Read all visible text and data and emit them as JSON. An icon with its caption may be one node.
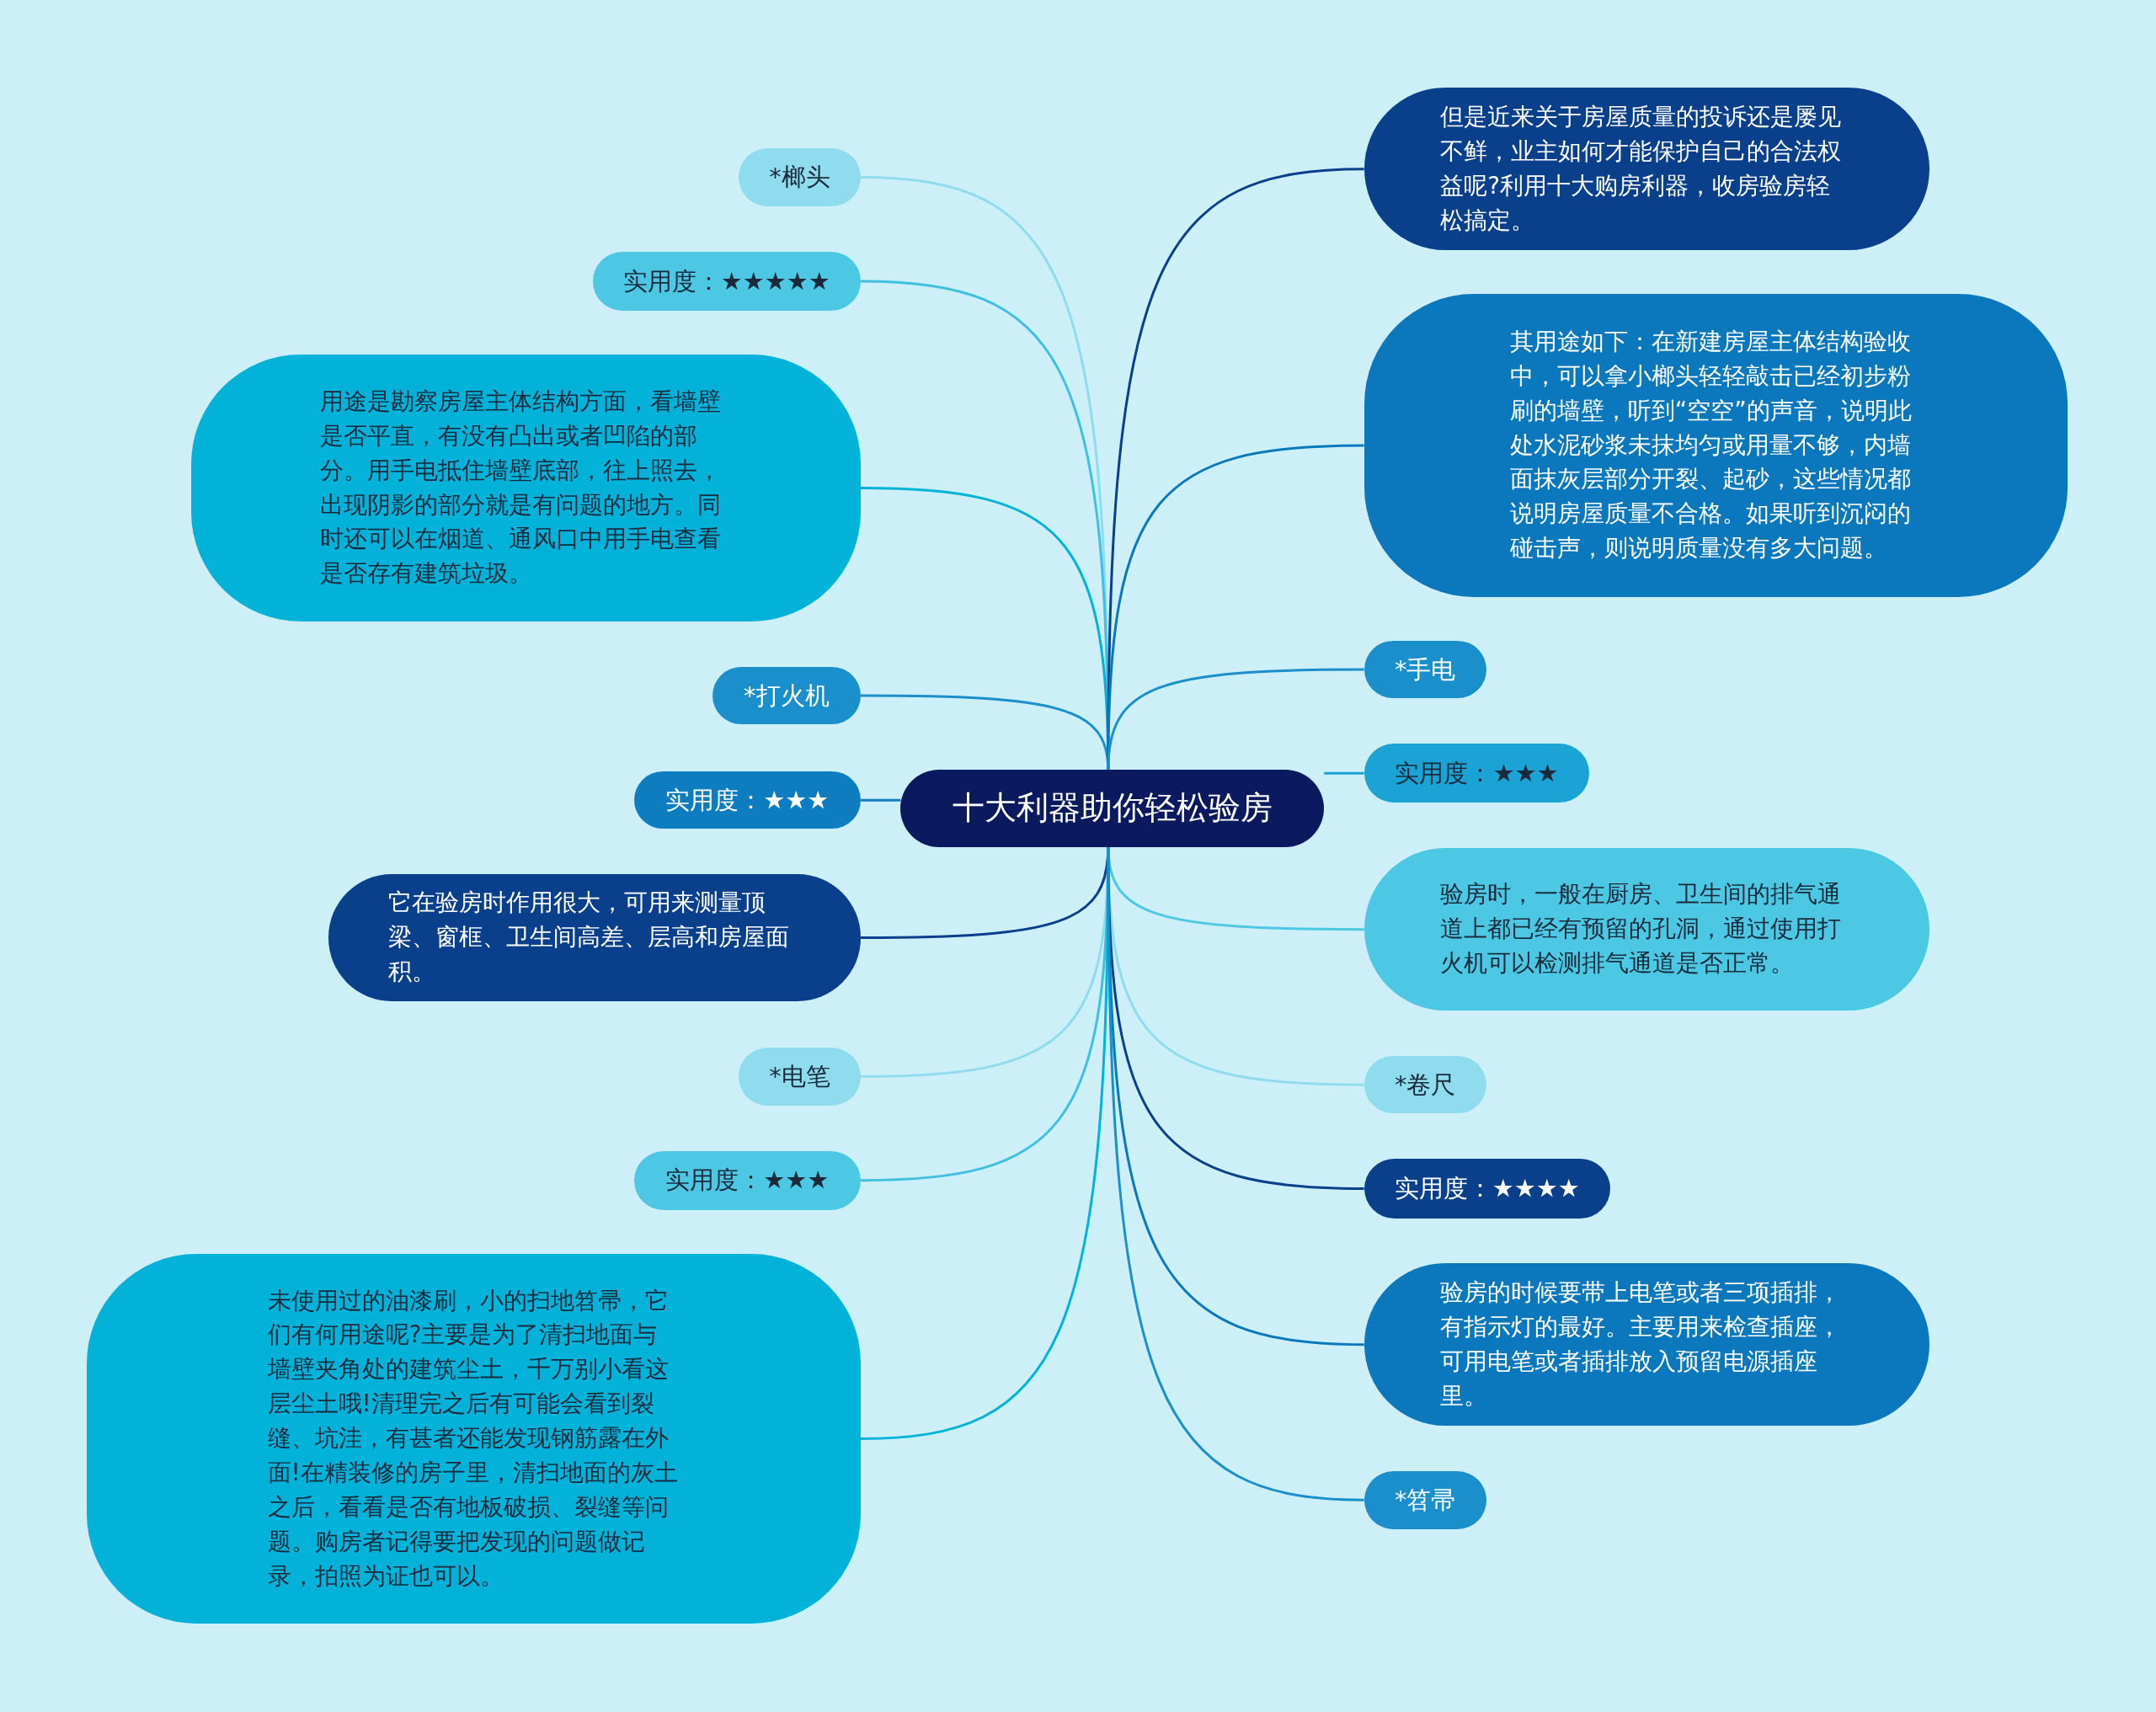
{
  "diagram": {
    "nodes": [
      {
        "text": [
          "十大利器助你轻松验房"
        ]
      },
      {
        "text": [
          "*榔头"
        ]
      },
      {
        "text": [
          "实用度：★★★★★"
        ]
      },
      {
        "text": [
          "用途是勘察房屋主体结构方面，看墙壁是否平直，有没有凸出或者凹陷的部分。用手电抵住墙壁底部，往上照去，出现阴影的部分就是有问题的地方。同时还可以在烟道、通风口中用手电查看是否存有建筑垃圾。"
        ]
      },
      {
        "text": [
          "*打火机"
        ]
      },
      {
        "text": [
          "实用度：★★★"
        ]
      },
      {
        "text": [
          "它在验房时作用很大，可用来测量顶梁、窗框、卫生间高差、层高和房屋面积。"
        ]
      },
      {
        "text": [
          "*电笔"
        ]
      },
      {
        "text": [
          "实用度：★★★"
        ]
      },
      {
        "text": [
          "未使用过的油漆刷，小的扫地笤帚，它们有何用途呢?主要是为了清扫地面与墙壁夹角处的建筑尘土，千万别小看这层尘土哦!清理完之后有可能会看到裂缝、坑洼，有甚者还能发现钢筋露在外面!在精装修的房子里，清扫地面的灰土之后，看看是否有地板破损、裂缝等问题。购房者记得要把发现的问题做记录，拍照为证也可以。"
        ]
      },
      {
        "text": [
          "但是近来关于房屋质量的投诉还是屡见不鲜，业主如何才能保护自己的合法权益呢?利用十大购房利器，收房验房轻松搞定。"
        ]
      },
      {
        "text": [
          "其用途如下：在新建房屋主体结构验收中，可以拿小榔头轻轻敲击已经初步粉刷的墙壁，听到“空空”的声音，说明此处水泥砂浆未抹均匀或用量不够，内墙面抹灰层部分开裂、起砂，这些情况都说明房屋质量不合格。如果听到沉闷的碰击声，则说明质量没有多大问题。"
        ]
      },
      {
        "text": [
          "*手电"
        ]
      },
      {
        "text": [
          "实用度：★★★"
        ]
      },
      {
        "text": [
          "验房时，一般在厨房、卫生间的排气通道上都已经有预留的孔洞，通过使用打火机可以检测排气通道是否正常。"
        ]
      },
      {
        "text": [
          "*卷尺"
        ]
      },
      {
        "text": [
          "实用度：★★★★"
        ]
      },
      {
        "text": [
          "验房的时候要带上电笔或者三项插排，有指示灯的最好。主要用来检查插座，可用电笔或者插排放入预留电源插座里。"
        ]
      },
      {
        "text": [
          "*笤帚"
        ]
      }
    ],
    "edges": [
      {
        "from": 0,
        "to": 1,
        "arrow": "none",
        "color": "#8fdcef"
      },
      {
        "from": 0,
        "to": 2,
        "arrow": "none",
        "color": "#3fc0df"
      },
      {
        "from": 0,
        "to": 3,
        "arrow": "none",
        "color": "#02b2d9"
      },
      {
        "from": 0,
        "to": 4,
        "arrow": "none",
        "color": "#1a8fcb"
      },
      {
        "from": 0,
        "to": 5,
        "arrow": "none",
        "color": "#0d7dc0"
      },
      {
        "from": 0,
        "to": 6,
        "arrow": "none",
        "color": "#0a3f8c"
      },
      {
        "from": 0,
        "to": 7,
        "arrow": "none",
        "color": "#8fdcef"
      },
      {
        "from": 0,
        "to": 8,
        "arrow": "none",
        "color": "#3fc0df"
      },
      {
        "from": 0,
        "to": 9,
        "arrow": "none",
        "color": "#02b2d9"
      },
      {
        "from": 0,
        "to": 10,
        "arrow": "none",
        "color": "#0a3f8c"
      },
      {
        "from": 0,
        "to": 11,
        "arrow": "none",
        "color": "#0b78bd"
      },
      {
        "from": 0,
        "to": 12,
        "arrow": "none",
        "color": "#1a8fcb"
      },
      {
        "from": 0,
        "to": 13,
        "arrow": "none",
        "color": "#1ca3d6"
      },
      {
        "from": 0,
        "to": 14,
        "arrow": "none",
        "color": "#4dc8e4"
      },
      {
        "from": 0,
        "to": 15,
        "arrow": "none",
        "color": "#8fdcef"
      },
      {
        "from": 0,
        "to": 16,
        "arrow": "none",
        "color": "#0a3f8c"
      },
      {
        "from": 0,
        "to": 17,
        "arrow": "none",
        "color": "#0b78bd"
      },
      {
        "from": 0,
        "to": 18,
        "arrow": "none",
        "color": "#1a8fcb"
      }
    ]
  }
}
